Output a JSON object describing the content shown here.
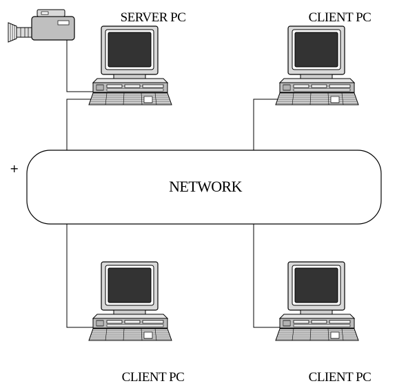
{
  "nodes": {
    "server": {
      "label": "SERVER PC"
    },
    "client_top_right": {
      "label": "CLIENT PC"
    },
    "client_bottom_left": {
      "label": "CLIENT PC"
    },
    "client_bottom_right": {
      "label": "CLIENT PC"
    }
  },
  "network": {
    "label": "NETWORK"
  },
  "marker": {
    "symbol": "+"
  },
  "icons": {
    "camera": "video-camera-icon",
    "computer": "desktop-computer-icon"
  }
}
